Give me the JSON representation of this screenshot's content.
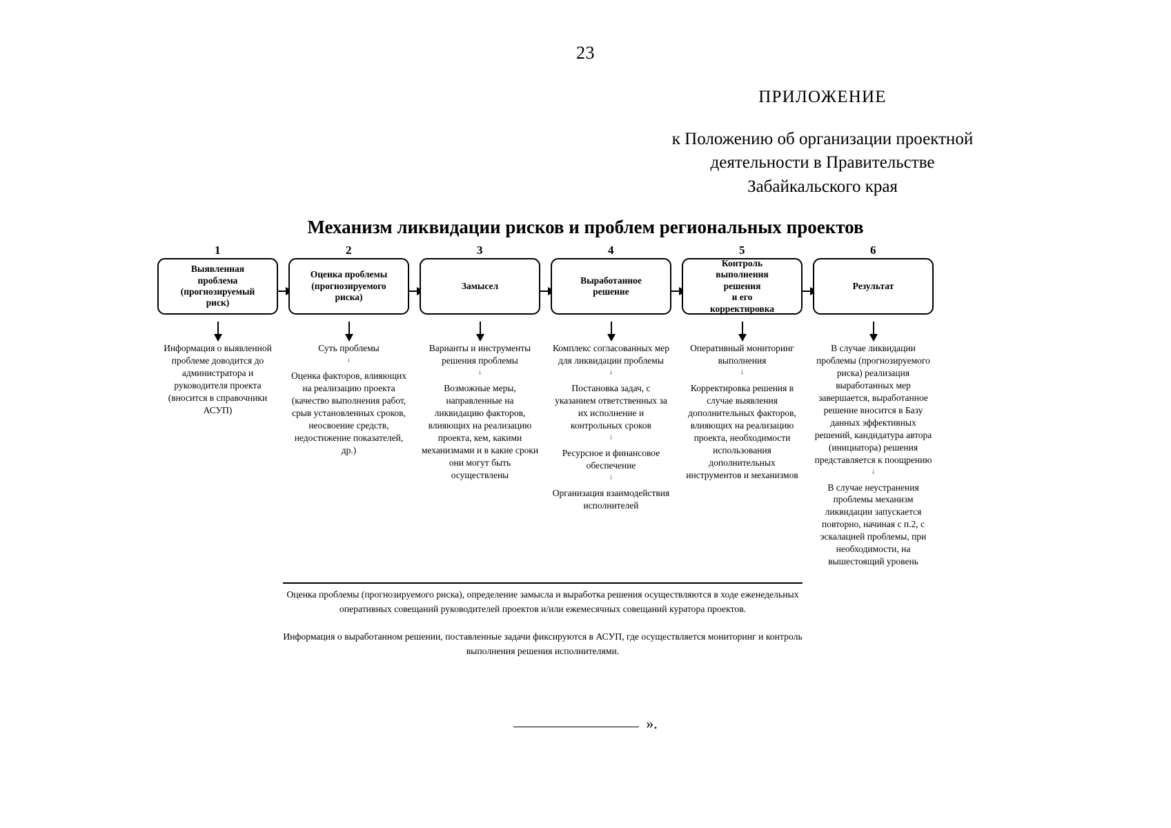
{
  "page": {
    "number": "23"
  },
  "header": {
    "appendix_label": "ПРИЛОЖЕНИЕ",
    "appendix_ref_line1": "к Положению об организации проектной",
    "appendix_ref_line2": "деятельности в Правительстве",
    "appendix_ref_line3": "Забайкальского края"
  },
  "title": "Механизм ликвидации рисков и проблем региональных проектов",
  "chart_data": {
    "type": "diagram",
    "title": "Механизм ликвидации рисков и проблем региональных проектов",
    "orientation": "horizontal-flow-6-stages",
    "stage_count": 6
  },
  "stages": [
    {
      "number": "1",
      "box": [
        "Выявленная",
        "проблема",
        "(прогнозируемый",
        "риск)"
      ],
      "segments": [
        "Информация о выявленной проблеме доводится до администратора и руководителя проекта (вносится в справочники АСУП)"
      ]
    },
    {
      "number": "2",
      "box": [
        "Оценка проблемы",
        "(прогнозируемого",
        "риска)"
      ],
      "segments": [
        "Суть проблемы",
        "Оценка факторов, влияющих на реализацию проекта (качество выполнения работ, срыв установленных сроков, неосвоение средств, недостижение показателей, др.)"
      ]
    },
    {
      "number": "3",
      "box": [
        "Замысел"
      ],
      "segments": [
        "Варианты и инструменты решения проблемы",
        "Возможные меры, направленные на ликвидацию факторов, влияющих на реализацию проекта, кем, какими механизмами и в какие сроки они могут быть осуществлены"
      ]
    },
    {
      "number": "4",
      "box": [
        "Выработанное",
        "решение"
      ],
      "segments": [
        "Комплекс согласованных мер для ликвидации проблемы",
        "Постановка задач, с указанием ответственных за их исполнение и контрольных сроков",
        "Ресурсное и финансовое обеспечение",
        "Организация взаимодействия исполнителей"
      ]
    },
    {
      "number": "5",
      "box": [
        "Контроль",
        "выполнения",
        "решения",
        "и его",
        "корректировка"
      ],
      "segments": [
        "Оперативный мониторинг выполнения",
        "Корректировка решения в случае выявления дополнительных факторов, влияющих на реализацию проекта, необходимости использования дополнительных инструментов и механизмов"
      ]
    },
    {
      "number": "6",
      "box": [
        "Результат"
      ],
      "segments": [
        "В случае ликвидации проблемы (прогнозируемого риска) реализация выработанных мер завершается, выработанное решение вносится в Базу данных эффективных решений, кандидатура автора (инициатора) решения представляется к поощрению",
        "В случае неустранения проблемы механизм ликвидации запускается повторно, начиная с п.2, с эскалацией проблемы, при необходимости, на вышестоящий уровень"
      ]
    }
  ],
  "notes": [
    "Оценка проблемы (прогнозируемого риска), определение замысла и выработка решения осуществляются в ходе еженедельных оперативных совещаний руководителей проектов и/или ежемесячных совещаний куратора проектов.",
    "Информация о выработанном решении, поставленные задачи фиксируются в АСУП, где осуществляется мониторинг и контроль выполнения решения исполнителями."
  ],
  "signature": {
    "closing_quote": "»."
  }
}
